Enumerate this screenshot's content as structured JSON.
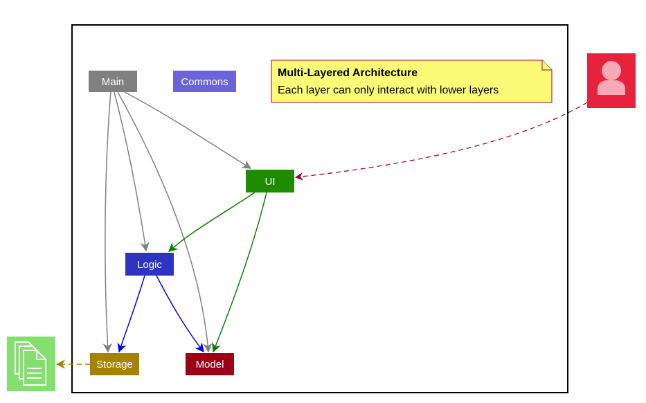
{
  "diagram": {
    "note": {
      "title": "Multi-Layered Architecture",
      "body": "Each layer can only interact with lower layers"
    },
    "components": {
      "main": {
        "label": "Main",
        "color": "#808080"
      },
      "commons": {
        "label": "Commons",
        "color": "#6b63d9"
      },
      "ui": {
        "label": "UI",
        "color": "#1e8c00"
      },
      "logic": {
        "label": "Logic",
        "color": "#2e34c2"
      },
      "storage": {
        "label": "Storage",
        "color": "#a58300"
      },
      "model": {
        "label": "Model",
        "color": "#9c0014"
      }
    },
    "actors": {
      "user": {
        "icon": "user-icon",
        "color": "#e8213d"
      },
      "file": {
        "icon": "file-stack-icon",
        "color": "#84e06e"
      }
    },
    "edges": [
      {
        "from": "main",
        "to": "ui",
        "style": "solid",
        "color": "#808080"
      },
      {
        "from": "main",
        "to": "logic",
        "style": "solid",
        "color": "#808080"
      },
      {
        "from": "main",
        "to": "storage",
        "style": "solid",
        "color": "#808080"
      },
      {
        "from": "main",
        "to": "model",
        "style": "solid",
        "color": "#808080"
      },
      {
        "from": "ui",
        "to": "logic",
        "style": "solid",
        "color": "#0a7c00"
      },
      {
        "from": "ui",
        "to": "model",
        "style": "solid",
        "color": "#0a7c00"
      },
      {
        "from": "logic",
        "to": "storage",
        "style": "solid",
        "color": "#0000ee"
      },
      {
        "from": "logic",
        "to": "model",
        "style": "solid",
        "color": "#0000ee"
      },
      {
        "from": "user",
        "to": "ui",
        "style": "dashed",
        "color": "#a0003c"
      },
      {
        "from": "storage",
        "to": "file",
        "style": "dashed",
        "color": "#a58300"
      }
    ]
  }
}
